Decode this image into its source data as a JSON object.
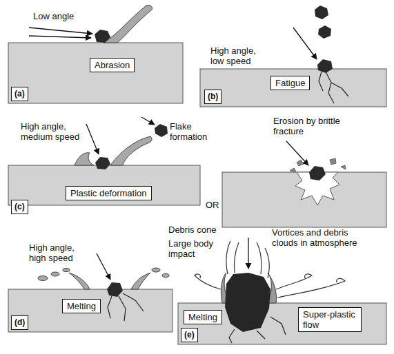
{
  "diagram": {
    "nodes": [
      {
        "text": [
          "Abrasion"
        ]
      },
      {
        "text": [
          "(a)"
        ]
      },
      {
        "text": [
          "Fatigue"
        ]
      },
      {
        "text": [
          "(b)"
        ]
      },
      {
        "text": [
          "Plastic deformation"
        ]
      },
      {
        "text": [
          "(c)"
        ]
      },
      {
        "text": [
          "Melting"
        ]
      },
      {
        "text": [
          "(d)"
        ]
      },
      {
        "text": [
          "Melting"
        ]
      },
      {
        "text": [
          "Super-plastic flow"
        ]
      },
      {
        "text": [
          "(e)"
        ]
      }
    ],
    "labels": [
      "Low angle",
      "High angle, low speed",
      "High angle, medium speed",
      "Flake formation",
      "OR",
      "Erosion by brittle fracture",
      "High angle, high speed",
      "Debris cone",
      "Large body impact",
      "Vortices and debris clouds in atmosphere"
    ]
  }
}
